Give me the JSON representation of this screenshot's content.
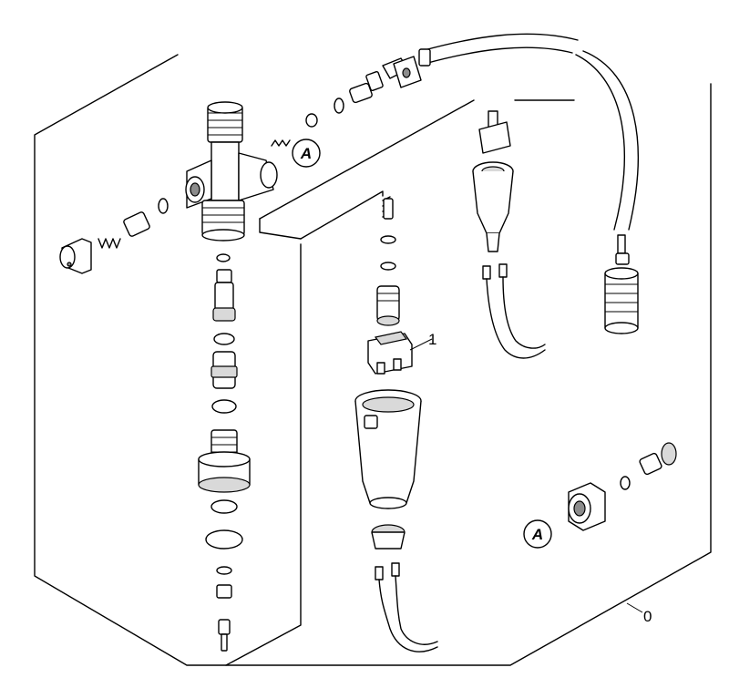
{
  "labels": {
    "item_1": "1",
    "item_0": "0",
    "callout_a": "A"
  }
}
